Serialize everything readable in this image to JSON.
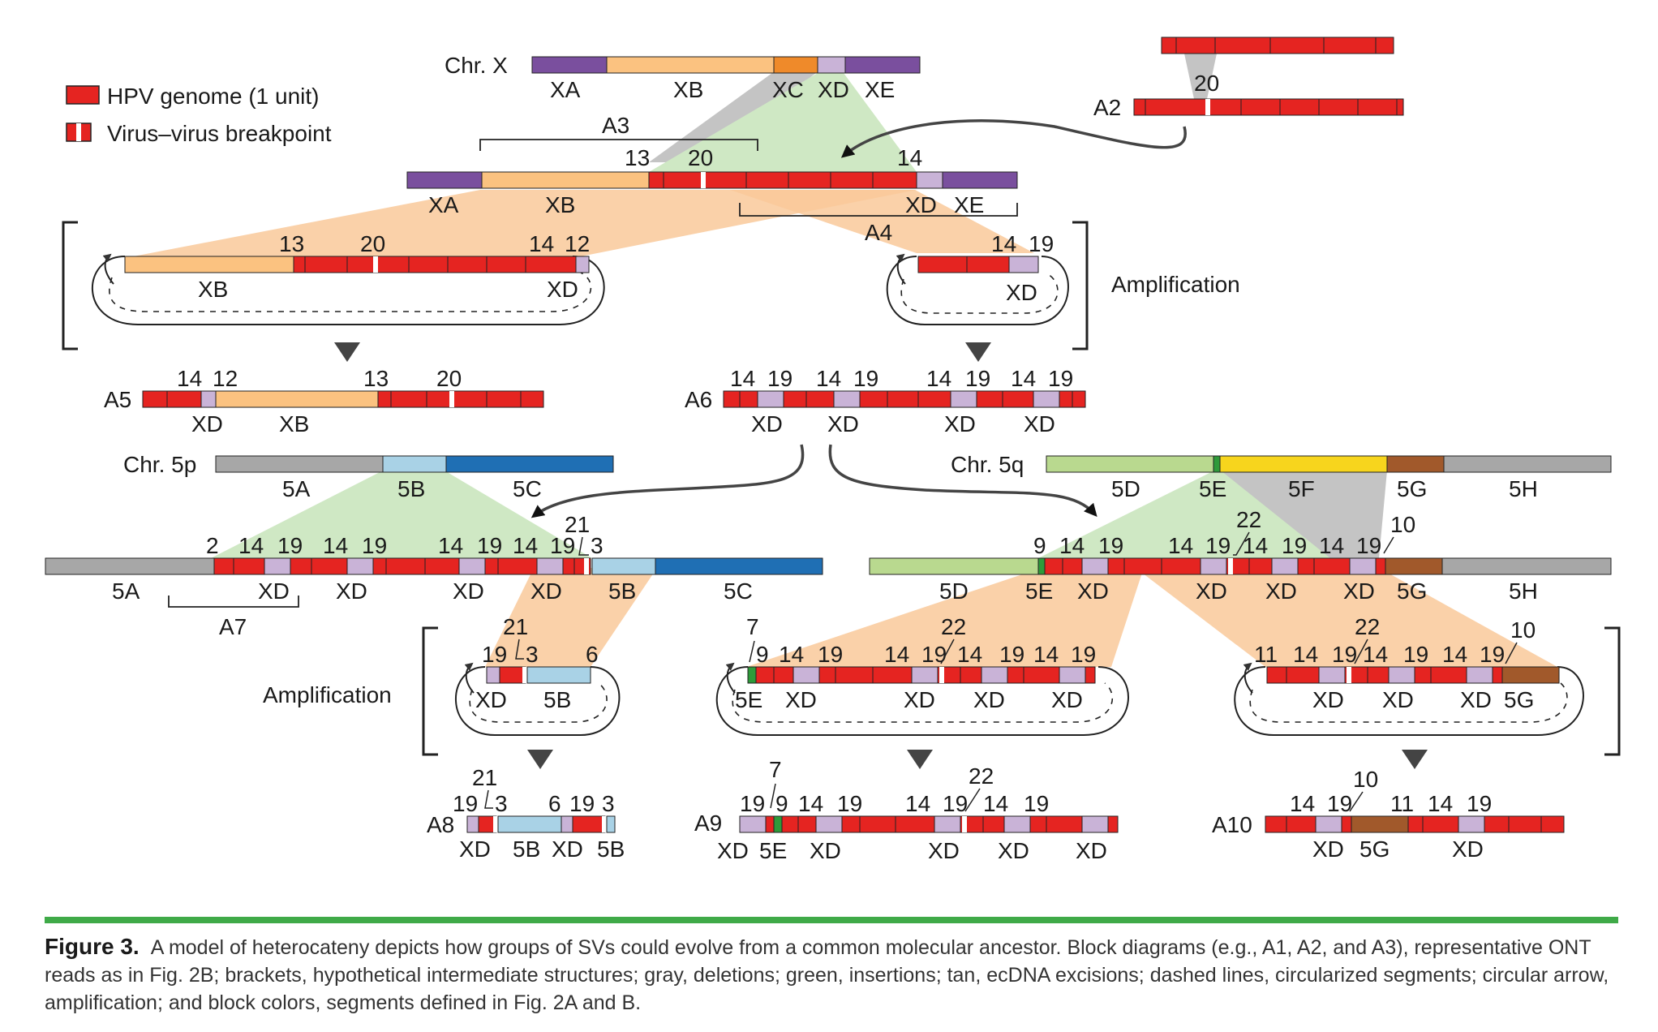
{
  "legend": {
    "hpv_genome": "HPV genome (1 unit)",
    "breakpoint": "Virus–virus breakpoint"
  },
  "colors": {
    "hpv": "#e52421",
    "XA": "#7a4f9e",
    "XB": "#fbc280",
    "XC": "#ef8a2a",
    "XD": "#c9b3d7",
    "XE": "#7a4f9e",
    "chr5_gray": "#a7a7a7",
    "5B": "#a9d2e6",
    "5C": "#1f6fb4",
    "5D": "#b9d98f",
    "5E": "#2e9a3a",
    "5F": "#f7d51d",
    "5G": "#a1592b",
    "5H": "#a7a7a7",
    "green_shade": "#cfe8c4",
    "tan_shade": "#f9c99a",
    "gray_shade": "#c4c4c4",
    "caption_rule": "#3faa48"
  },
  "labels": {
    "chrX": "Chr. X",
    "XA": "XA",
    "XB": "XB",
    "XC": "XC",
    "XD": "XD",
    "XE": "XE",
    "A2": "A2",
    "A3": "A3",
    "A4": "A4",
    "A5": "A5",
    "A6": "A6",
    "A7": "A7",
    "A8": "A8",
    "A9": "A9",
    "A10": "A10",
    "chr5p": "Chr. 5p",
    "chr5q": "Chr. 5q",
    "s5A": "5A",
    "s5B": "5B",
    "s5C": "5C",
    "s5D": "5D",
    "s5E": "5E",
    "s5F": "5F",
    "s5G": "5G",
    "s5H": "5H",
    "amplification": "Amplification",
    "n2": "2",
    "n3": "3",
    "n6": "6",
    "n7": "7",
    "n9": "9",
    "n10": "10",
    "n11": "11",
    "n12": "12",
    "n13": "13",
    "n14": "14",
    "n19": "19",
    "n20": "20",
    "n21": "21",
    "n22": "22"
  },
  "caption": {
    "figure": "Figure 3.",
    "text": "A model of heterocateny depicts how groups of SVs could evolve from a common molecular ancestor. Block diagrams (e.g., A1, A2, and A3), representative ONT reads as in Fig. 2B; brackets, hypothetical intermediate structures; gray, deletions; green, insertions; tan, ecDNA excisions; dashed lines, circularized segments; circular arrow, amplification; and block colors, segments defined in Fig. 2A and B."
  }
}
